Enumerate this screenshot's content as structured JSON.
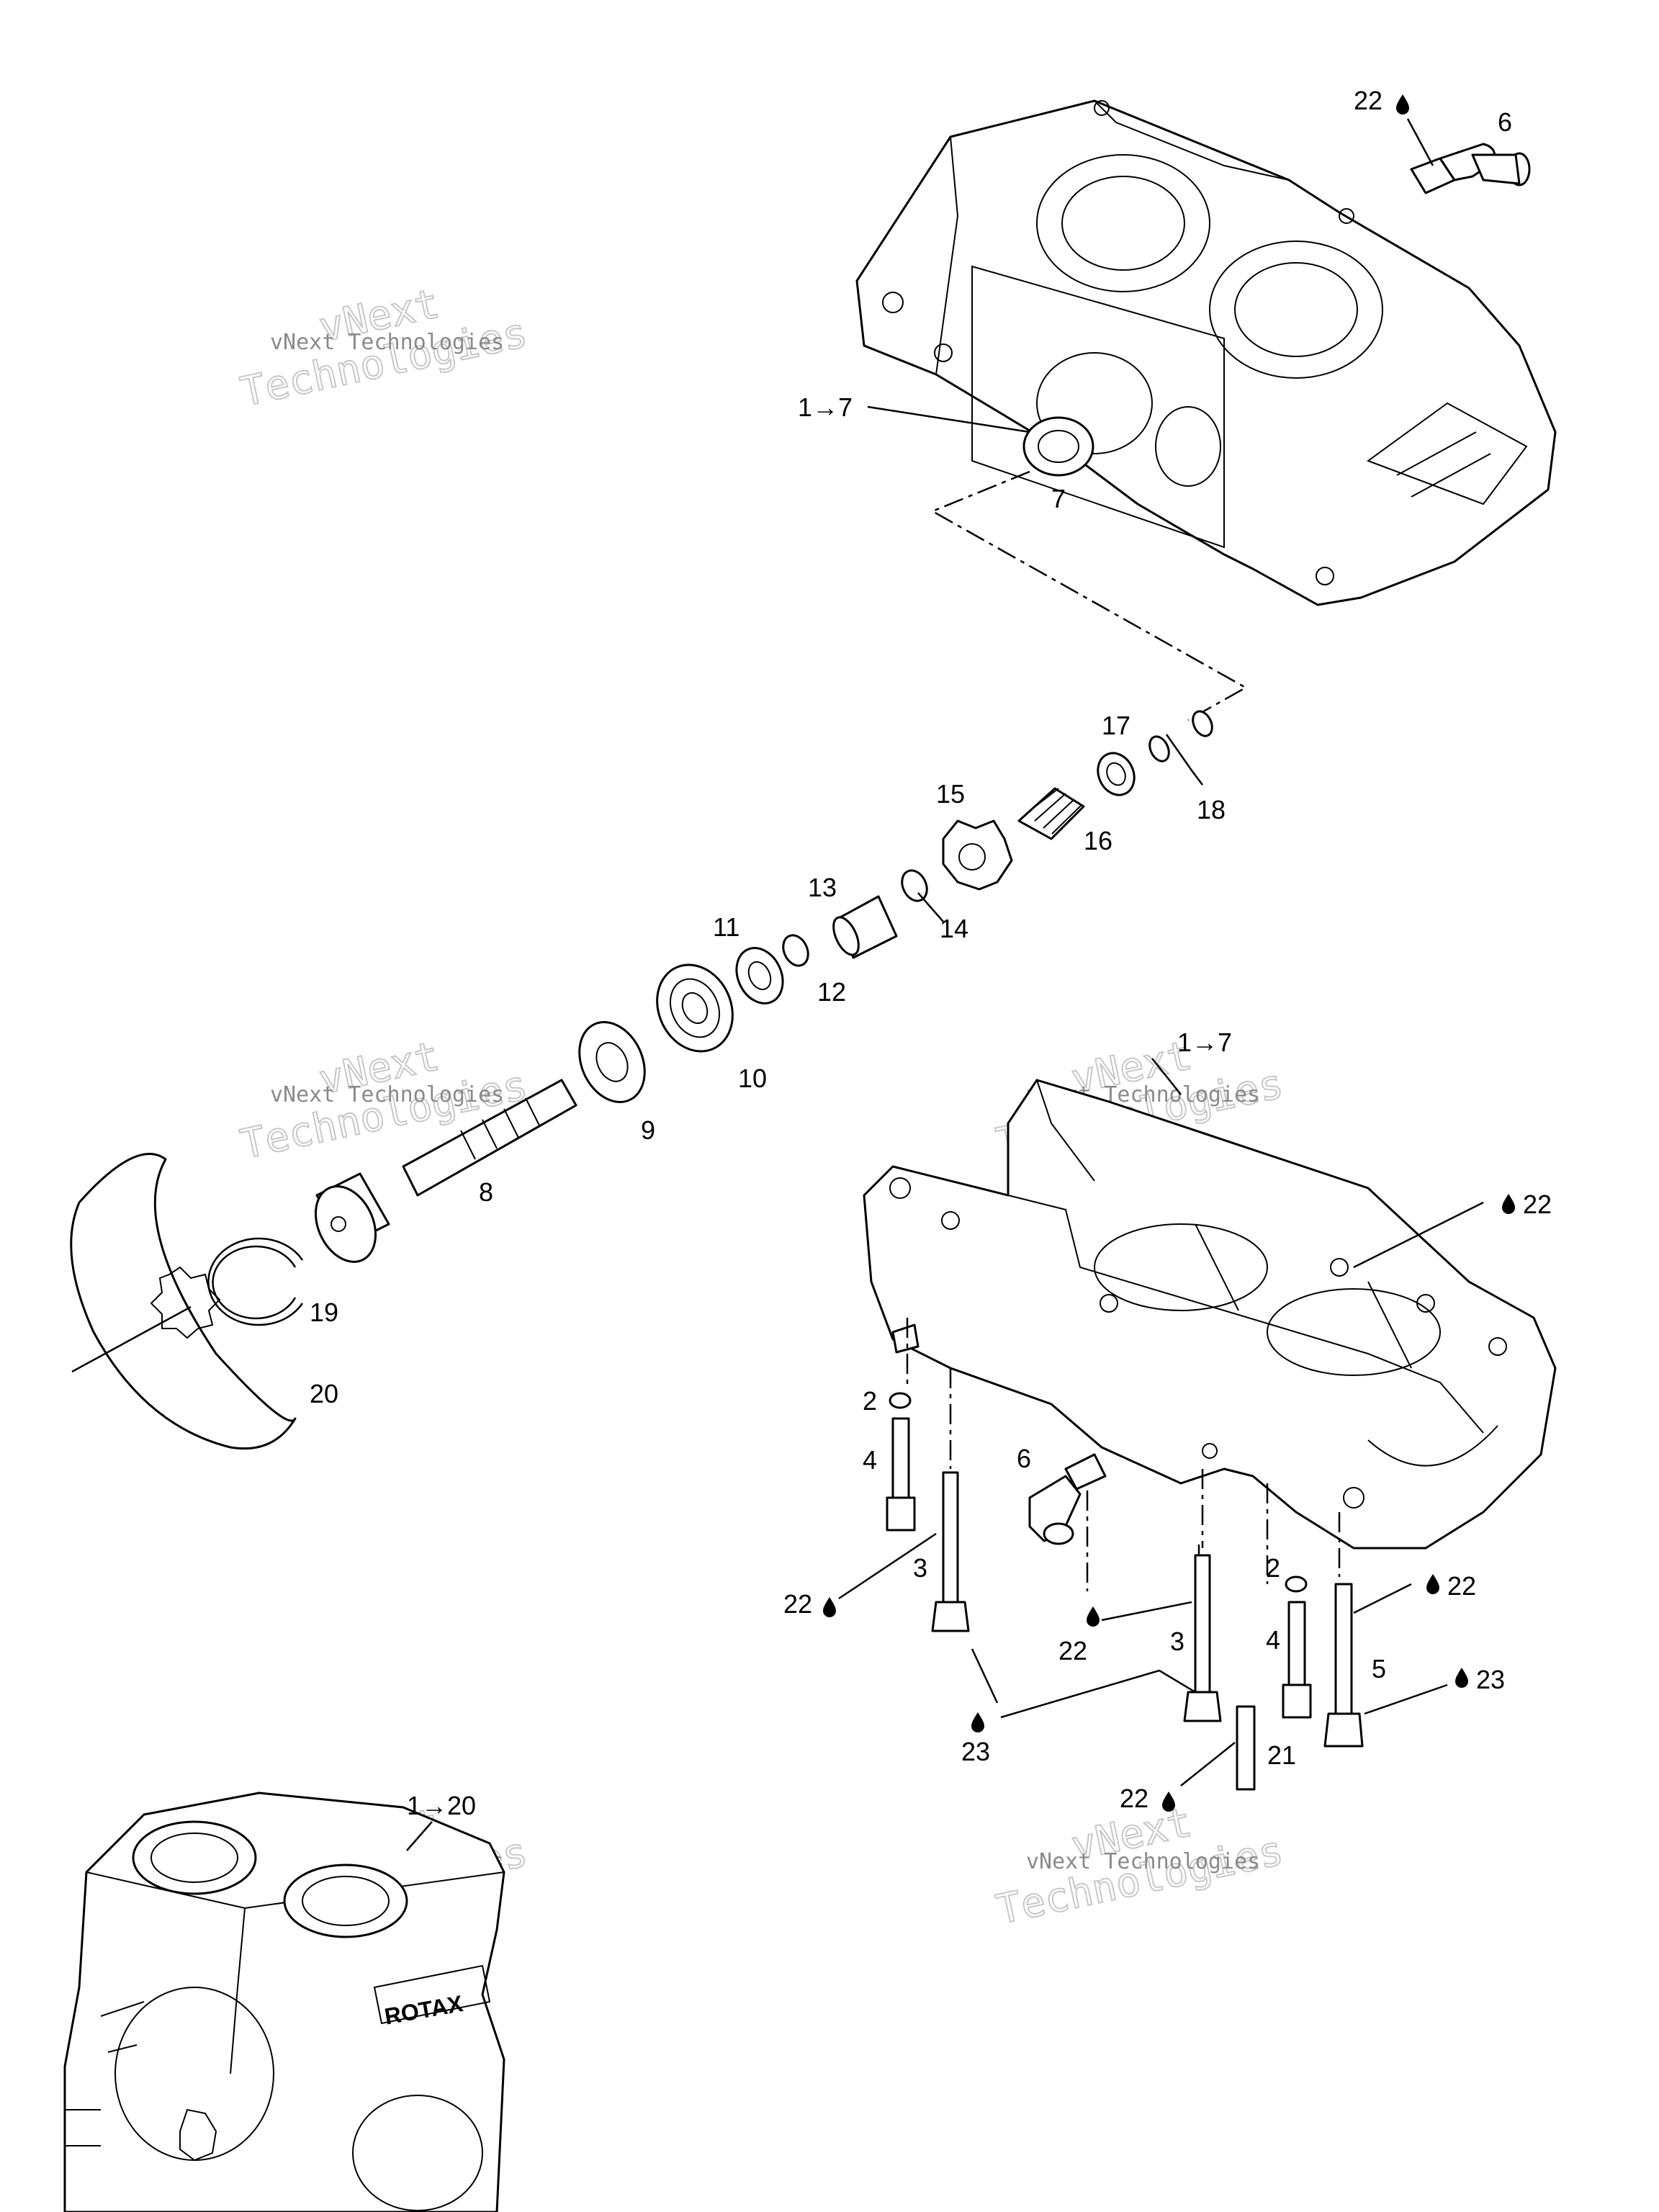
{
  "callouts": {
    "c22_oil_top": "22",
    "c6_top": "6",
    "c1to7_top": "1→7",
    "c7": "7",
    "c17": "17",
    "c18": "18",
    "c15": "15",
    "c16": "16",
    "c13": "13",
    "c14": "14",
    "c11": "11",
    "c12": "12",
    "c10": "10",
    "c9": "9",
    "c8": "8",
    "c19": "19",
    "c20": "20",
    "c1to7_mid": "1→7",
    "c22_right_upper": "22",
    "c2_left": "2",
    "c4_left": "4",
    "c6_mid": "6",
    "c3_left": "3",
    "c22_left": "22",
    "c22_center": "22",
    "c3_center": "3",
    "c2_right": "2",
    "c4_right": "4",
    "c22_right_lower": "22",
    "c5": "5",
    "c23_right": "23",
    "c23_left": "23",
    "c21": "21",
    "c22_bottom": "22",
    "c1to20": "1→20"
  },
  "watermarks": {
    "brand_line1": "vNext",
    "brand_line2": "Technologies",
    "company": "vNext Technologies"
  },
  "engine_brand": "ROTAX",
  "icons": {
    "oil_drop": "oil-drop-icon"
  }
}
